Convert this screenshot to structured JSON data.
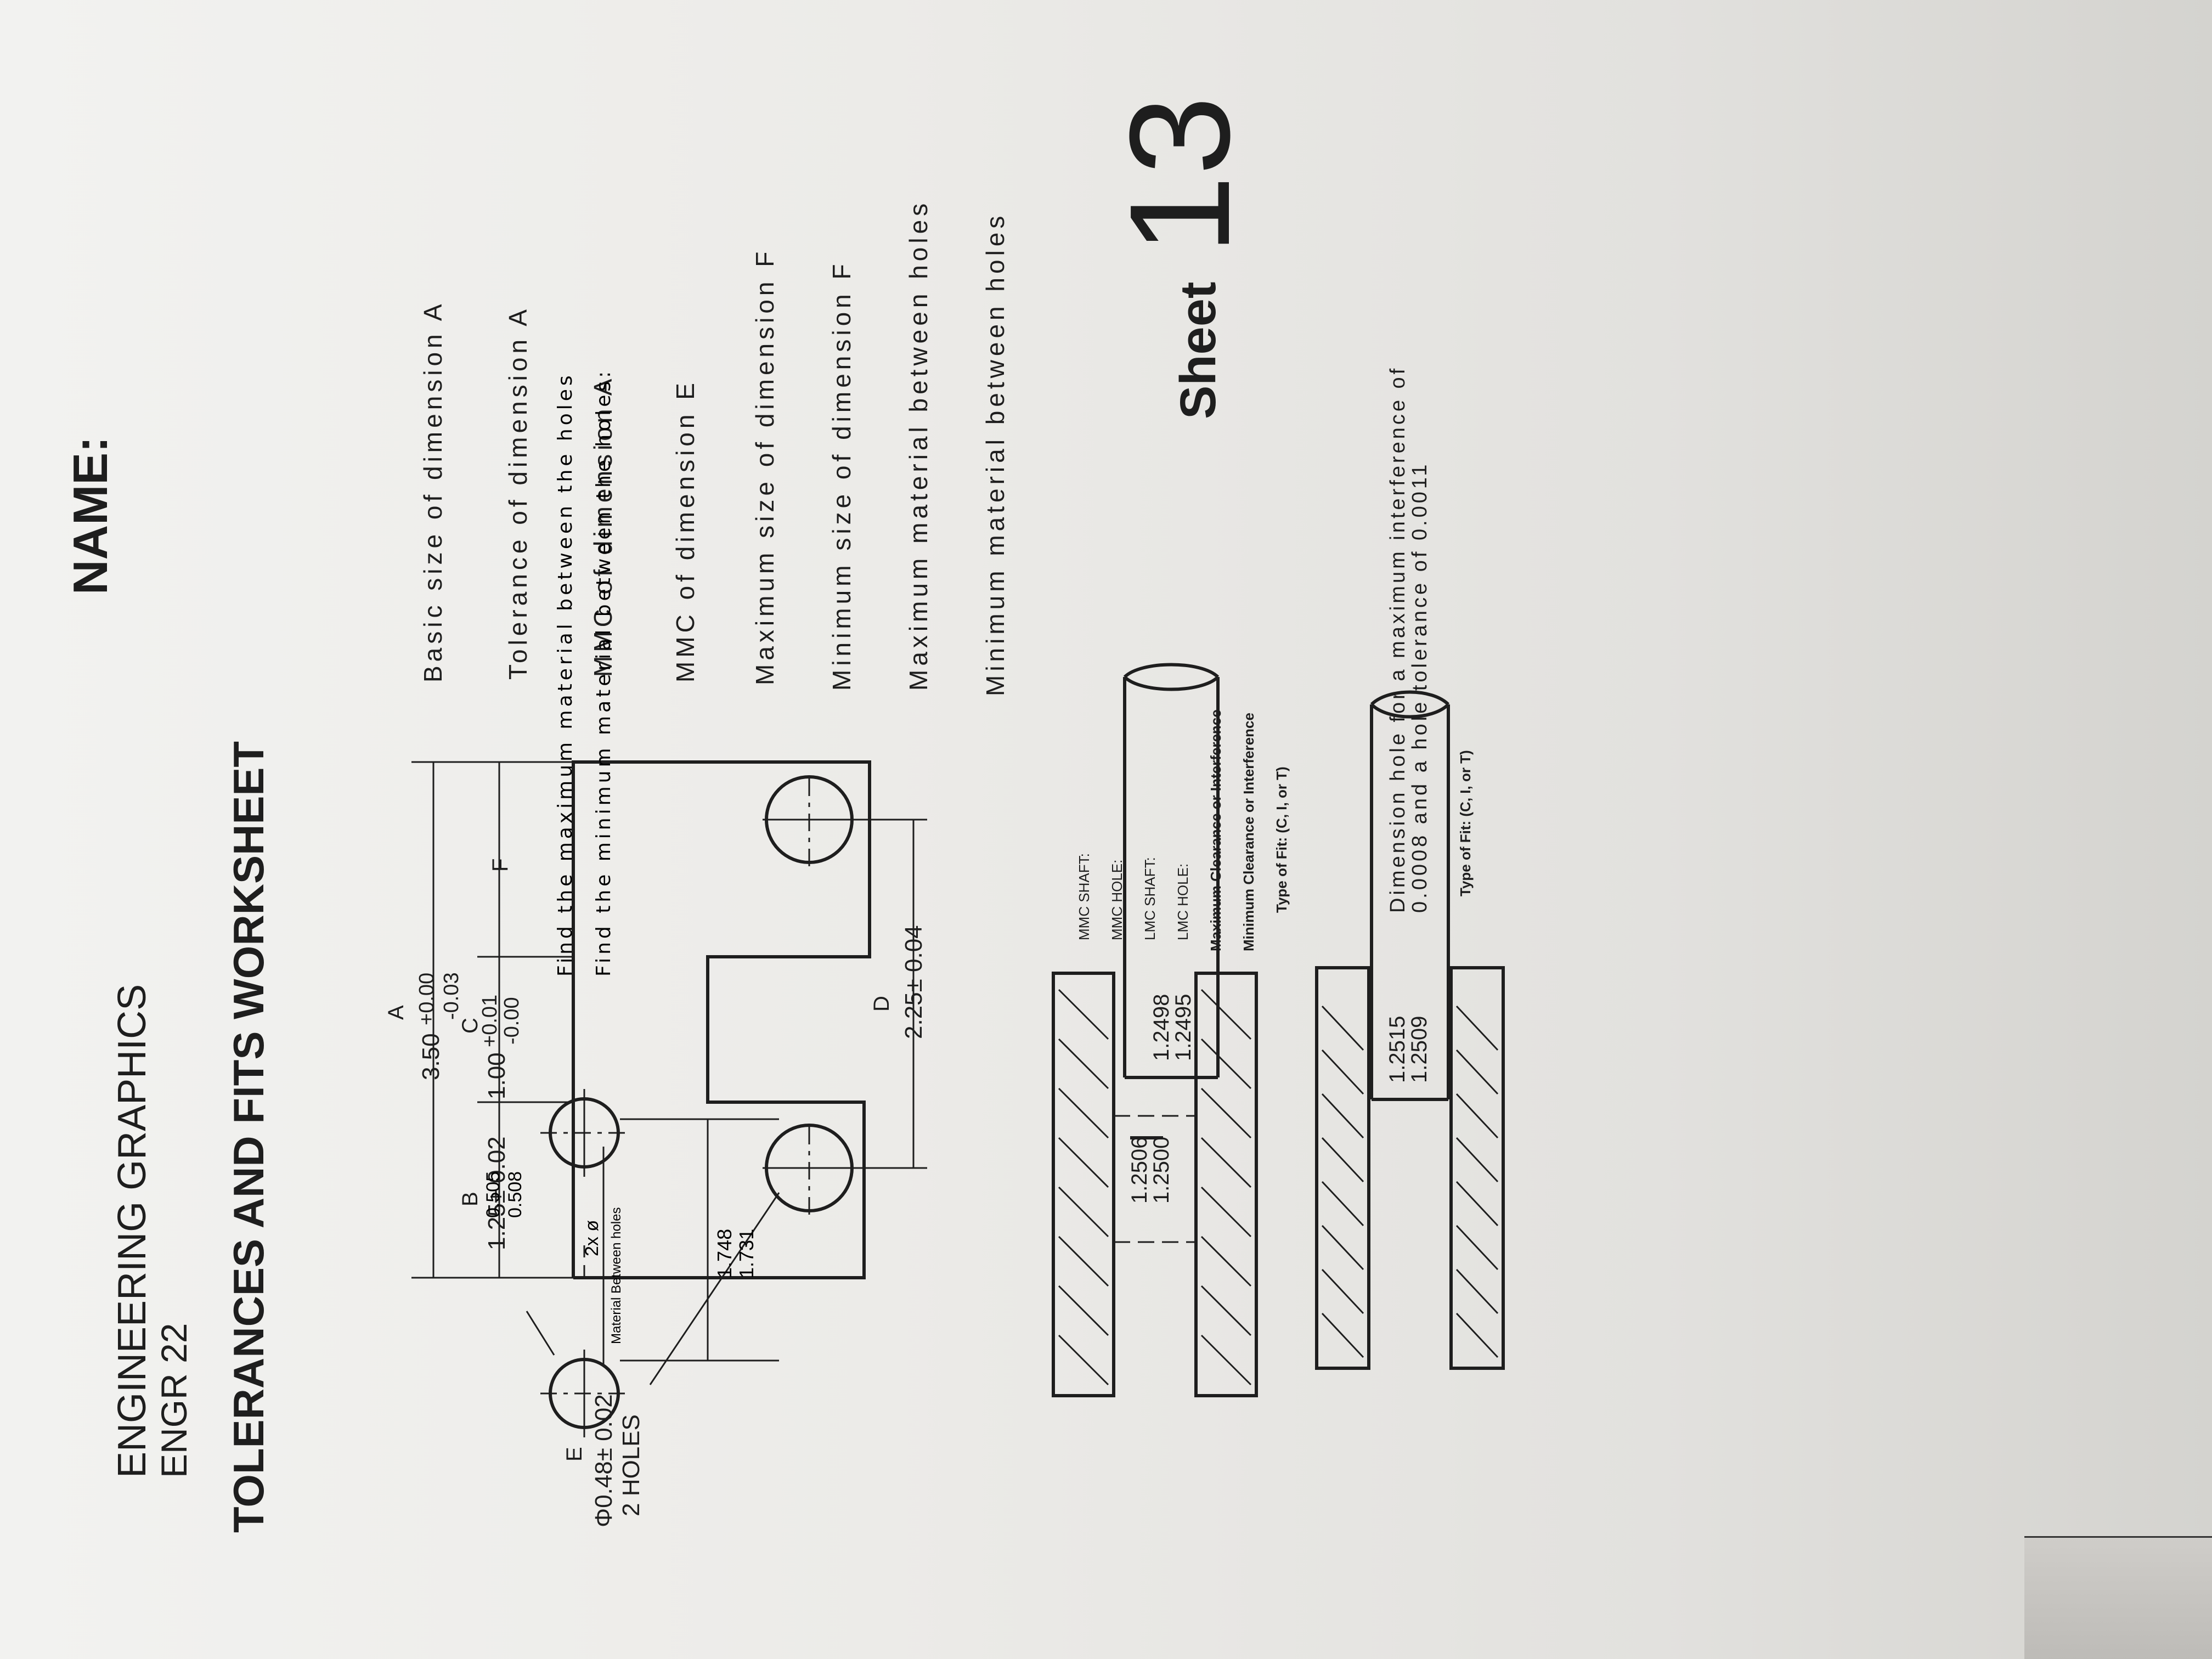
{
  "header": {
    "course": "ENGINEERING GRAPHICS",
    "code": "ENGR 22",
    "title": "TOLERANCES AND FITS WORKSHEET",
    "name_label": "NAME:",
    "sheet_label": "Sheet",
    "sheet_number": "13"
  },
  "part_drawing": {
    "label_a": "A",
    "dim_a": "3.50",
    "dim_a_upper": "+0.00",
    "dim_a_lower": "-0.03",
    "label_b": "B",
    "dim_b": "1.25± 0.02",
    "label_c": "C",
    "dim_c": "1.00",
    "dim_c_upper": "+0.01",
    "dim_c_lower": "-0.00",
    "label_f": "F",
    "label_d": "D",
    "dim_d": "2.25± 0.04",
    "label_e": "E",
    "dim_e": "Φ0.48± 0.02",
    "dim_e_note": "2 HOLES"
  },
  "questions": [
    "Basic size of dimension A",
    "Tolerance of dimension A",
    "MMC of dimension A",
    "MMC of dimension E",
    "Maximum size of dimension F",
    "Minimum size of dimension F",
    "Maximum material between holes",
    "Minimum material between holes"
  ],
  "fit_problem_1": {
    "hole_upper": "1.2506",
    "hole_lower": "1.2500",
    "shaft_upper": "1.2498",
    "shaft_lower": "1.2495",
    "labels": [
      "MMC SHAFT:",
      "MMC HOLE:",
      "LMC SHAFT:",
      "LMC HOLE:",
      "Maximum Clearance or Interference",
      "Minimum Clearance or Interference",
      "Type of Fit: (C, I, or T)"
    ]
  },
  "fit_problem_2": {
    "shaft_upper": "1.2515",
    "shaft_lower": "1.2509",
    "instruction_line1": "Dimension hole for a maximum interference of",
    "instruction_line2": "0.0008 and a hole tolerance of 0.0011",
    "type_label": "Type of Fit: (C, I, or T)"
  },
  "holes_problem": {
    "note_prefix": "2x",
    "note_symbol": "ø",
    "dia_upper": "0.505",
    "dia_lower": "0.508",
    "material_label": "Material Between holes",
    "spacing_upper": "1.748",
    "spacing_lower": "1.731",
    "question_max": "Find the maximum material between the holes",
    "question_min": "Find the minimum material between the holes:"
  }
}
